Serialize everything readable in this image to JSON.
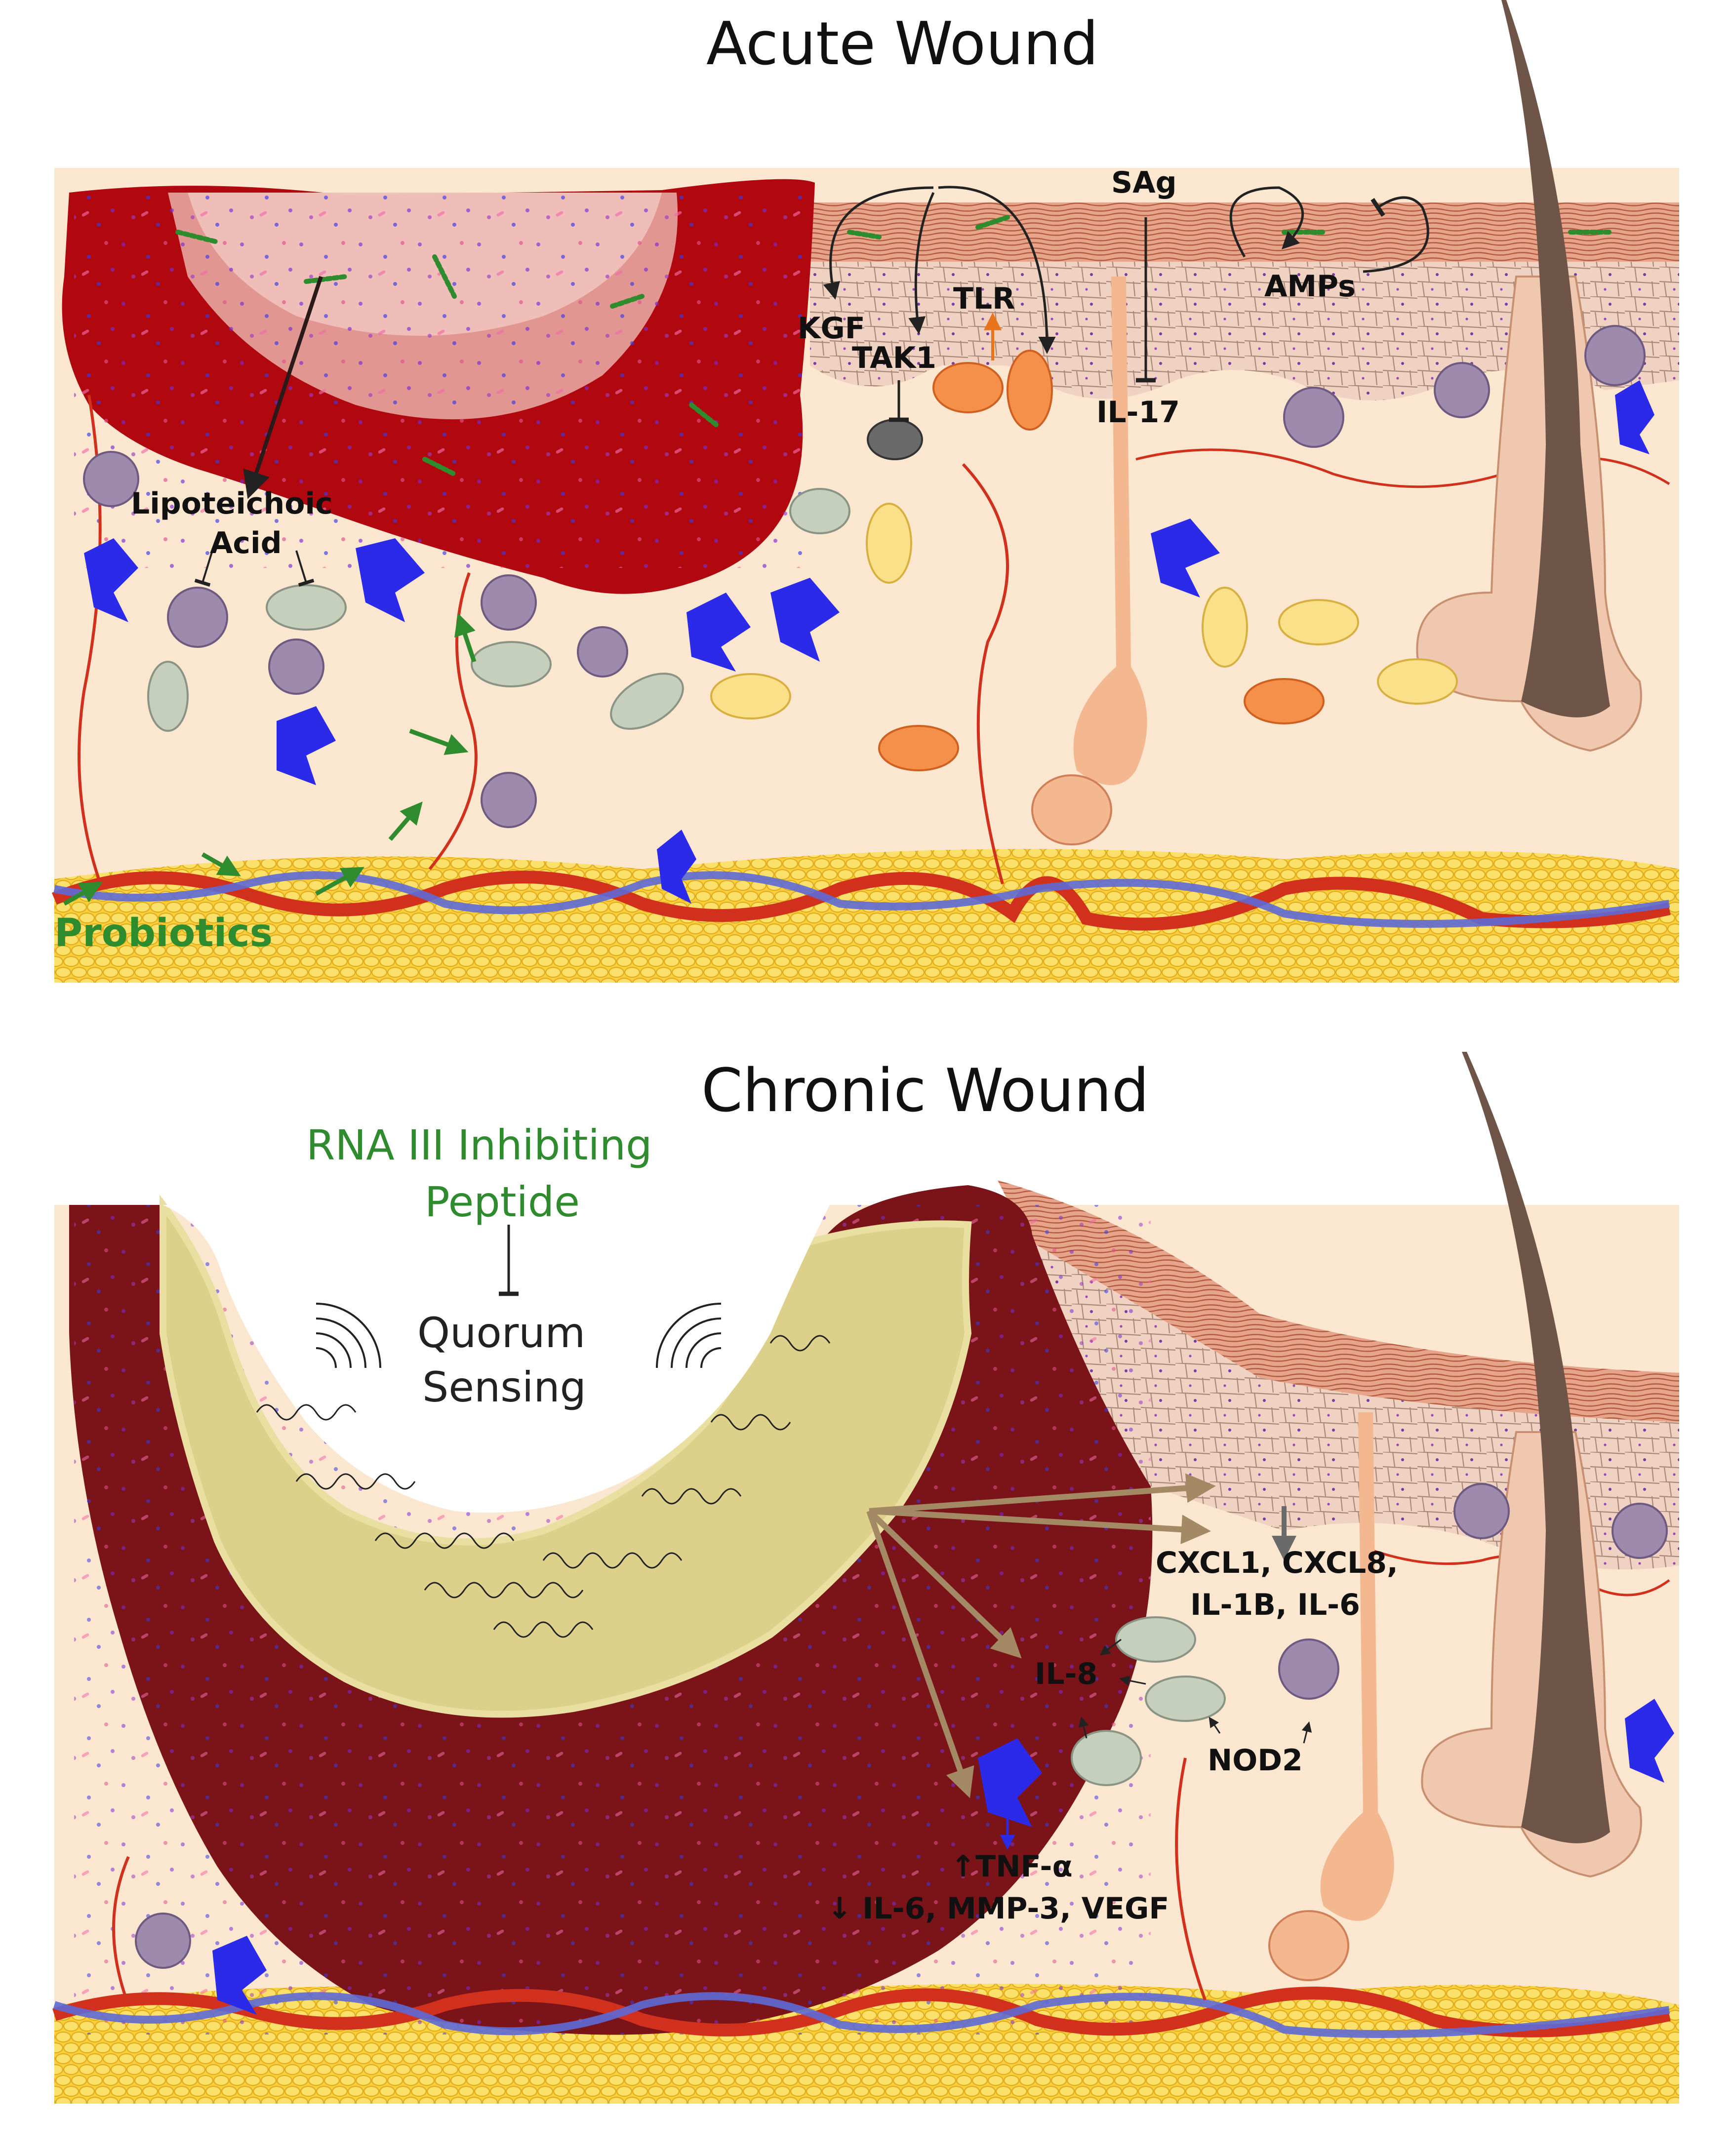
{
  "panels": {
    "acute": {
      "title": "Acute Wound",
      "labels": {
        "sag": "SAg",
        "kgf": "KGF",
        "tlr": "TLR",
        "tak1": "TAK1",
        "amps": "AMPs",
        "il17": "IL-17",
        "lipoteichoic_line1": "Lipoteichoic",
        "lipoteichoic_line2": "Acid",
        "probiotics": "Probiotics"
      }
    },
    "chronic": {
      "title": "Chronic Wound",
      "labels": {
        "rnaiii_line1": "RNA III Inhibiting",
        "rnaiii_line2": "Peptide",
        "quorum_line1": "Quorum",
        "quorum_line2": "Sensing",
        "cxcl_line1": "CXCL1, CXCL8,",
        "cxcl_line2": "IL-1B, IL-6",
        "il8": "IL-8",
        "nod2": "NOD2",
        "tnf": "↑TNF-α",
        "down": "↓ IL-6, MMP-3, VEGF"
      }
    }
  },
  "colors": {
    "tissue": "#fbe6cf",
    "wound_acute": "#b0080e",
    "wound_chronic": "#7a1418",
    "wound_inner": "#e8a6a0",
    "biofilm": "#ddd08a",
    "epidermis": "#ecc7b4",
    "fat": "#f5c02e",
    "artery": "#d0301c",
    "vein": "#5d6ad6",
    "probiotic": "#2e8b2e",
    "dendritic": "#2a2ae8",
    "macrophage": "#9d8aac",
    "hair": "#6e5548"
  }
}
